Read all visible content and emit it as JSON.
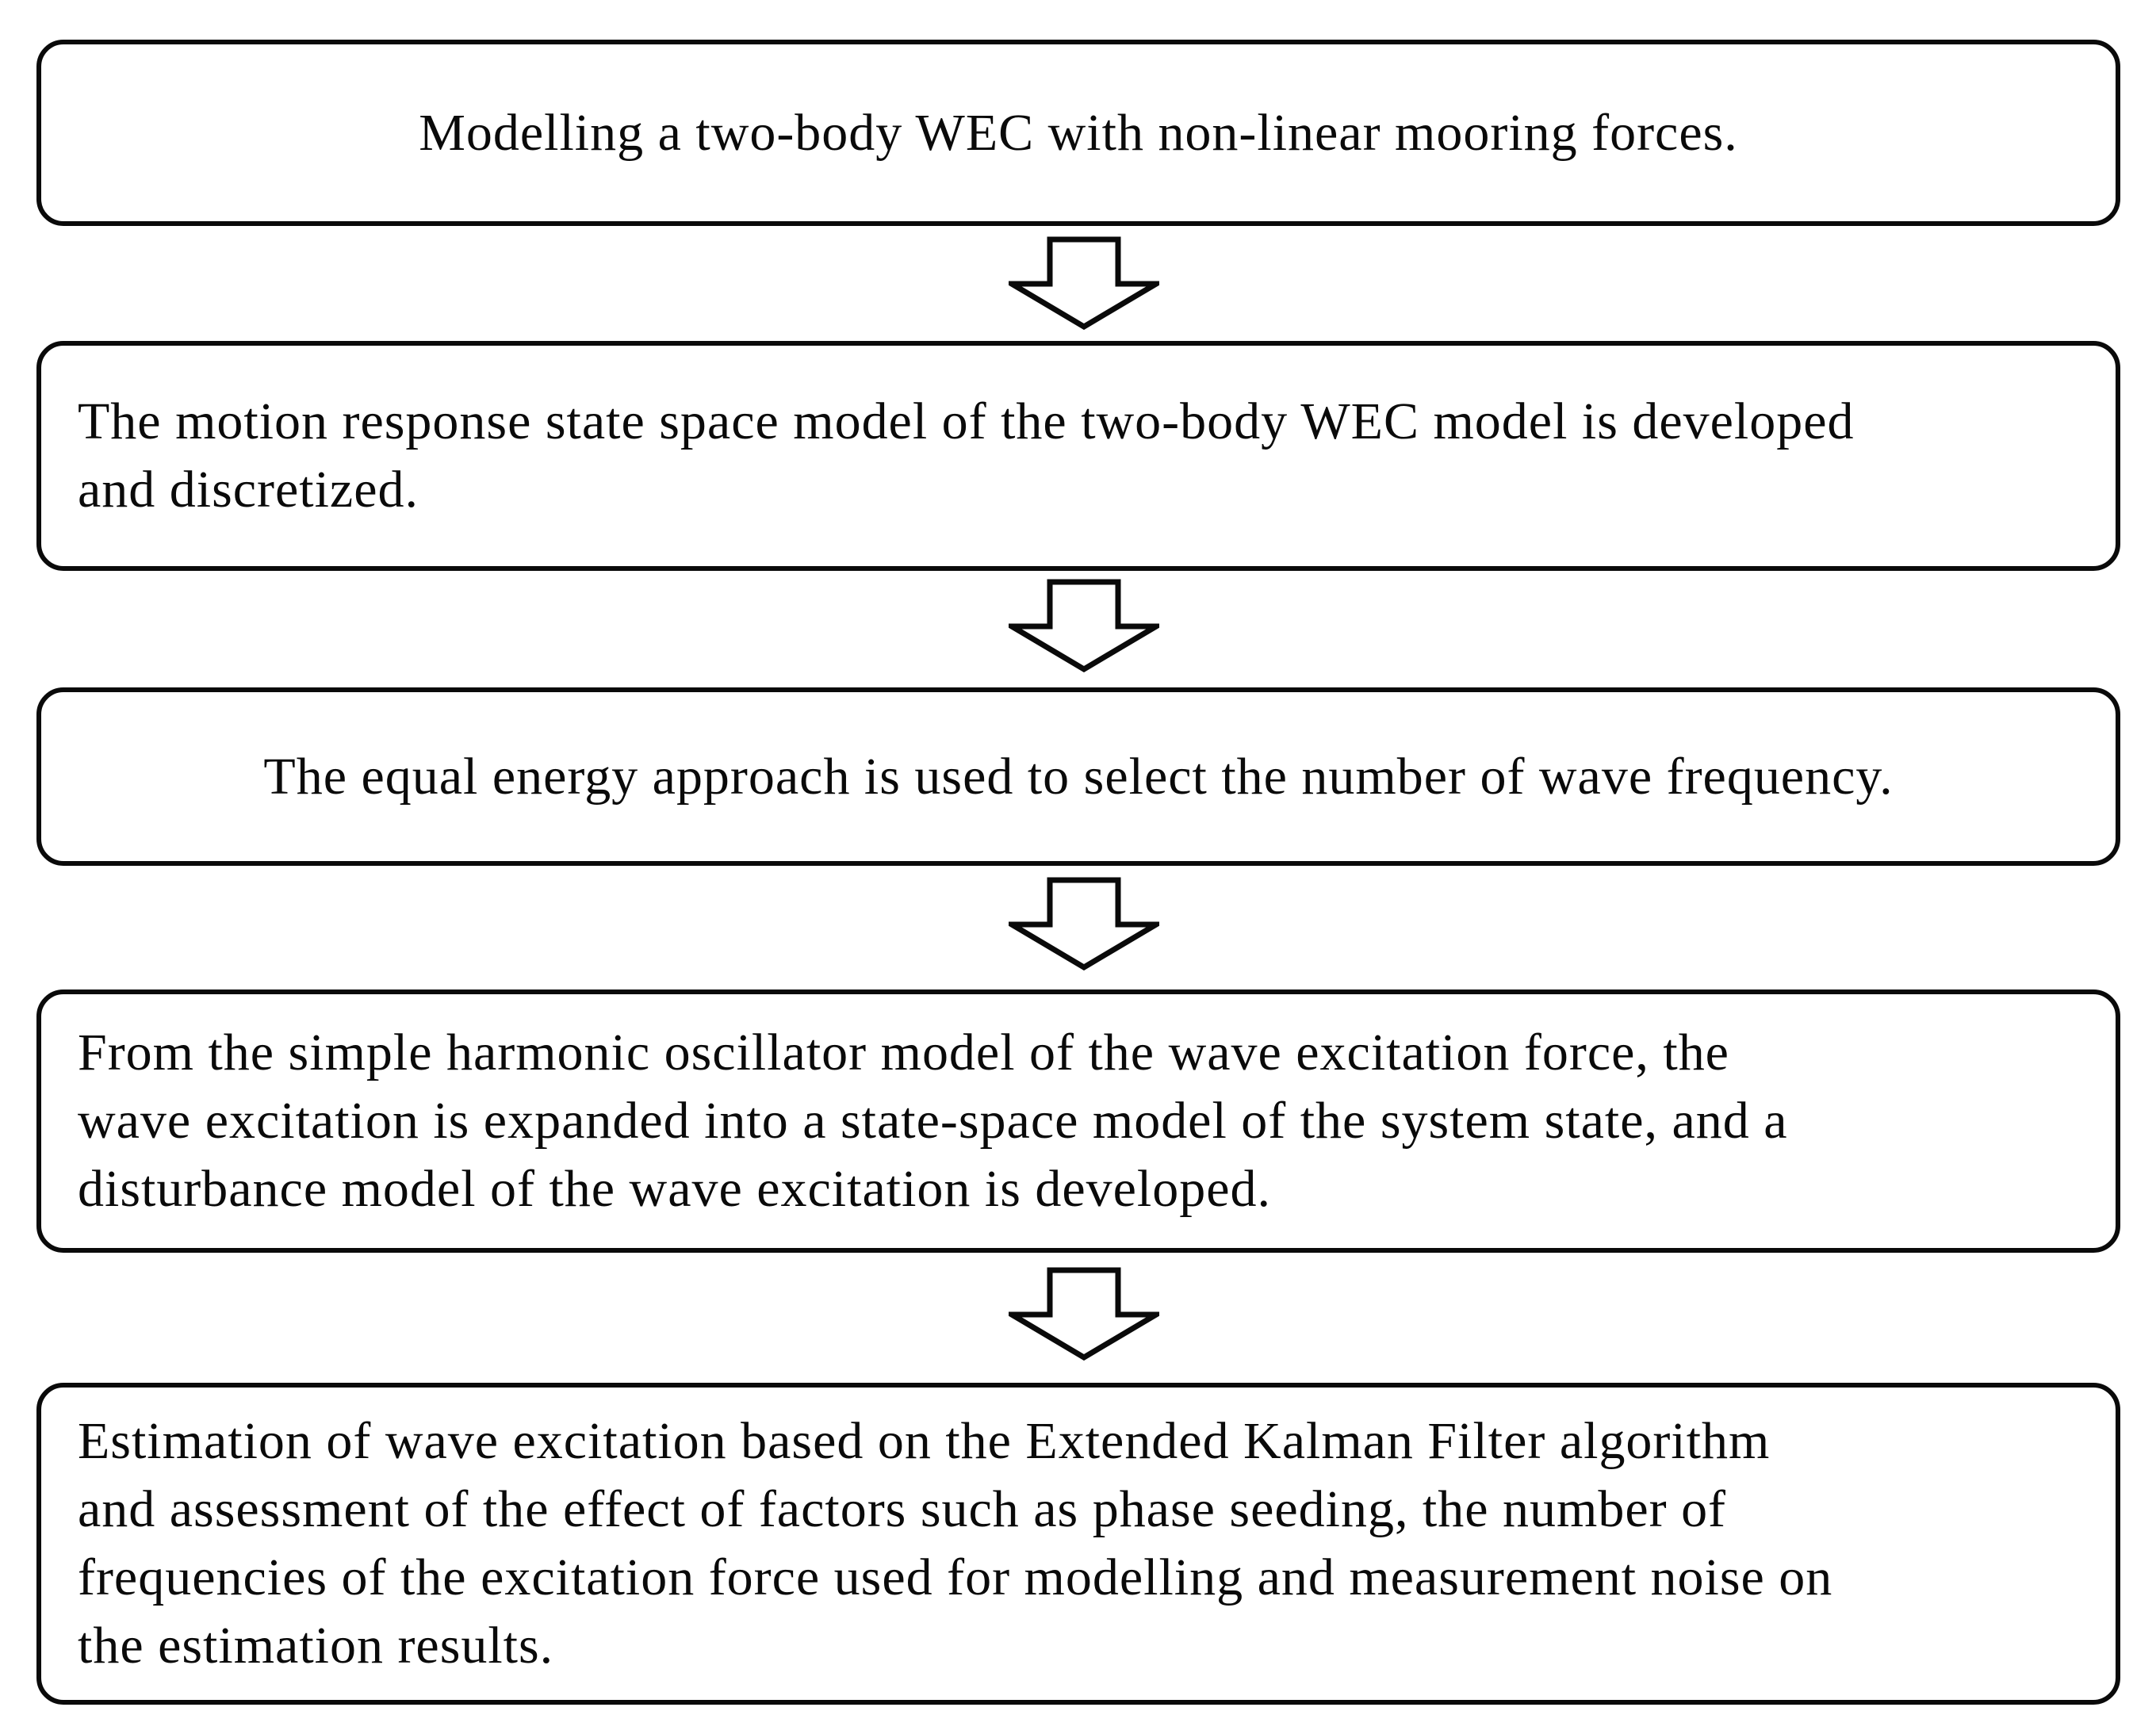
{
  "flowchart": {
    "background": "#ffffff",
    "line_color": "#0a0a0a",
    "text_color": "#0a0a0a",
    "boxes": [
      {
        "align": "center",
        "lines": [
          "Modelling a two-body WEC with non-linear mooring forces."
        ]
      },
      {
        "align": "left",
        "lines": [
          "The motion response state space model of the two-body WEC model is developed",
          "and discretized."
        ]
      },
      {
        "align": "center",
        "lines": [
          "The equal energy approach is used to select the number of wave frequency."
        ]
      },
      {
        "align": "left",
        "lines": [
          "From the simple harmonic oscillator model of the wave excitation force, the",
          "wave excitation is expanded into a state-space model of the system state, and a",
          "disturbance model of the wave excitation is developed."
        ]
      },
      {
        "align": "left",
        "lines": [
          "Estimation of wave excitation based on the Extended Kalman Filter algorithm",
          "and assessment of the effect of factors such as phase seeding, the number of",
          "frequencies of the excitation force used for modelling and measurement noise on",
          "the estimation results."
        ]
      }
    ],
    "arrows": [
      {
        "icon": "down-arrow"
      },
      {
        "icon": "down-arrow"
      },
      {
        "icon": "down-arrow"
      },
      {
        "icon": "down-arrow"
      }
    ]
  }
}
